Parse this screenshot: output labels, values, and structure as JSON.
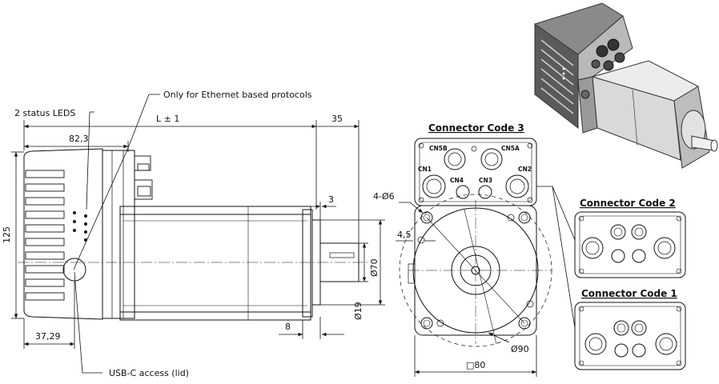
{
  "labels": {
    "status_leds": "2 status LEDS",
    "ethernet_note": "Only for Ethernet based protocols",
    "usb_note": "USB-C access (lid)",
    "dim_L": "L ± 1",
    "dim_35": "35",
    "dim_82_3": "82,3",
    "dim_125": "125",
    "dim_37_29": "37,29",
    "dim_3": "3",
    "dim_8": "8",
    "dim_4_5": "4,5",
    "dim_4_d6": "4-Ø6",
    "dim_d70": "Ø70",
    "dim_d19": "Ø19",
    "dim_d90": "Ø90",
    "dim_sq80": "□80"
  },
  "connector_codes": {
    "code3": {
      "title": "Connector Code 3",
      "cn5b": "CN5B",
      "cn5a": "CN5A",
      "cn1": "CN1",
      "cn4": "CN4",
      "cn3": "CN3",
      "cn2": "CN2"
    },
    "code2": {
      "title": "Connector Code 2"
    },
    "code1": {
      "title": "Connector Code 1"
    }
  }
}
